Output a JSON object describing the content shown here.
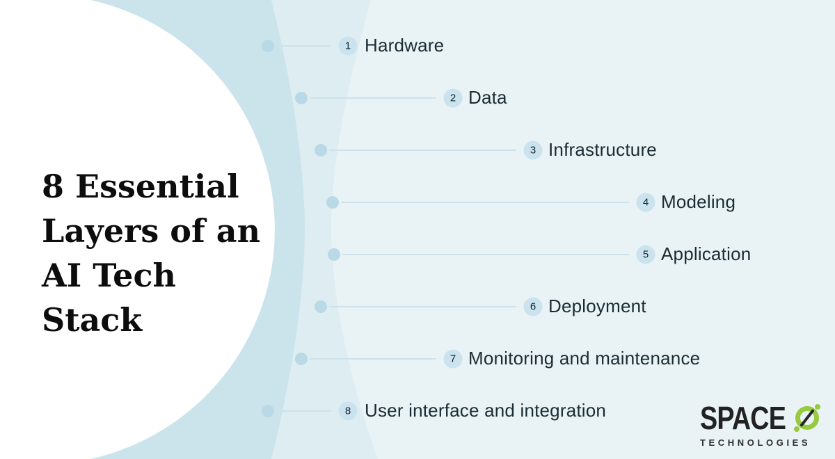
{
  "title": {
    "line1": "8 Essential",
    "line2": "Layers of an",
    "line3": "AI Tech Stack"
  },
  "items": [
    {
      "num": "1",
      "label": "Hardware"
    },
    {
      "num": "2",
      "label": "Data"
    },
    {
      "num": "3",
      "label": "Infrastructure"
    },
    {
      "num": "4",
      "label": "Modeling"
    },
    {
      "num": "5",
      "label": "Application"
    },
    {
      "num": "6",
      "label": "Deployment"
    },
    {
      "num": "7",
      "label": "Monitoring and maintenance"
    },
    {
      "num": "8",
      "label": "User interface and integration"
    }
  ],
  "logo": {
    "word": "SPACE",
    "icon": "o-slash-icon",
    "sub": "TECHNOLOGIES"
  },
  "colors": {
    "bg": "#e9f3f6",
    "band_light": "#deedf2",
    "band_medium": "#cbe4ec",
    "circle_white": "#ffffff",
    "dot": "#b9d9e6",
    "connector": "#cde2ea",
    "badge_bg": "#cbe2ef",
    "badge_text": "#16242c",
    "label_text": "#1b2b33",
    "title_text": "#0d0d0d",
    "logo_text": "#222222",
    "logo_green": "#97ca3e",
    "logo_sub": "#2e2e2e"
  }
}
